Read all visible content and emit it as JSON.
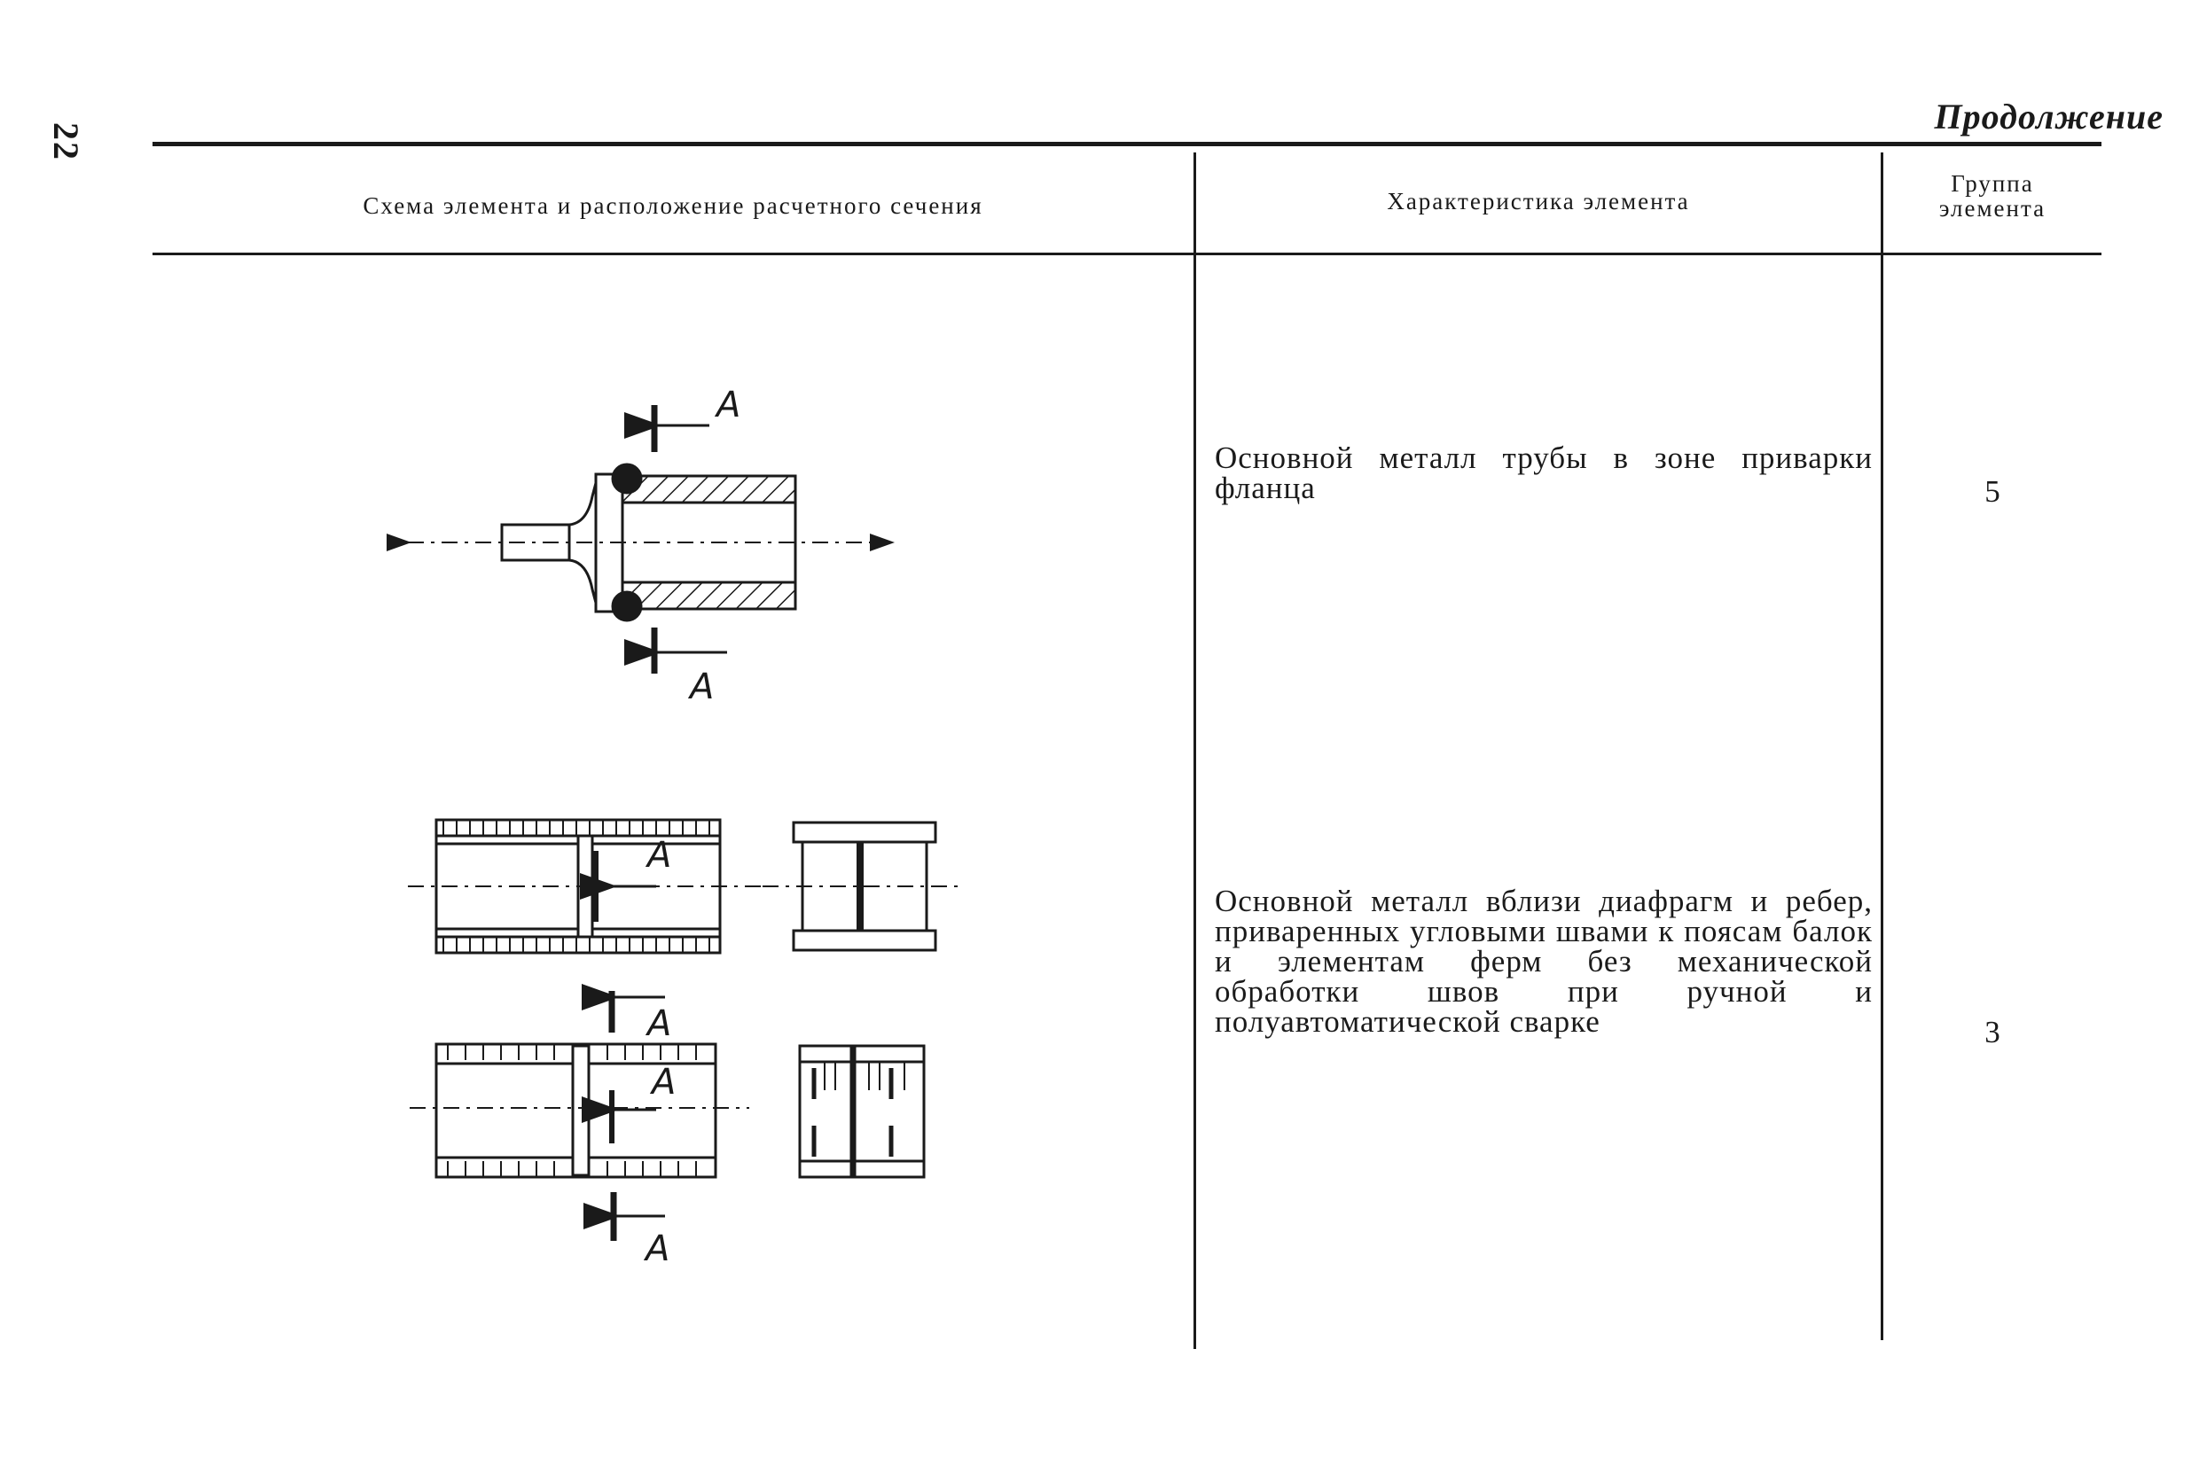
{
  "page": {
    "number": "22",
    "continuation": "Продолжение"
  },
  "table": {
    "headers": {
      "scheme": "Схема элемента и расположение расчетного сечения",
      "characteristic": "Характеристика элемента",
      "group": "Группа элемента"
    },
    "rows": [
      {
        "characteristic": "Основной металл трубы в зоне приварки фланца",
        "group": "5",
        "section_labels": [
          "А",
          "А"
        ]
      },
      {
        "characteristic": "Основной металл вблизи диафрагм и ребер, приваренных угловыми швами к поясам балок и элементам ферм без механической обработки швов при ручной и полуавтоматической сварке",
        "group": "3",
        "section_labels": [
          "А",
          "А",
          "А",
          "А"
        ]
      }
    ]
  }
}
